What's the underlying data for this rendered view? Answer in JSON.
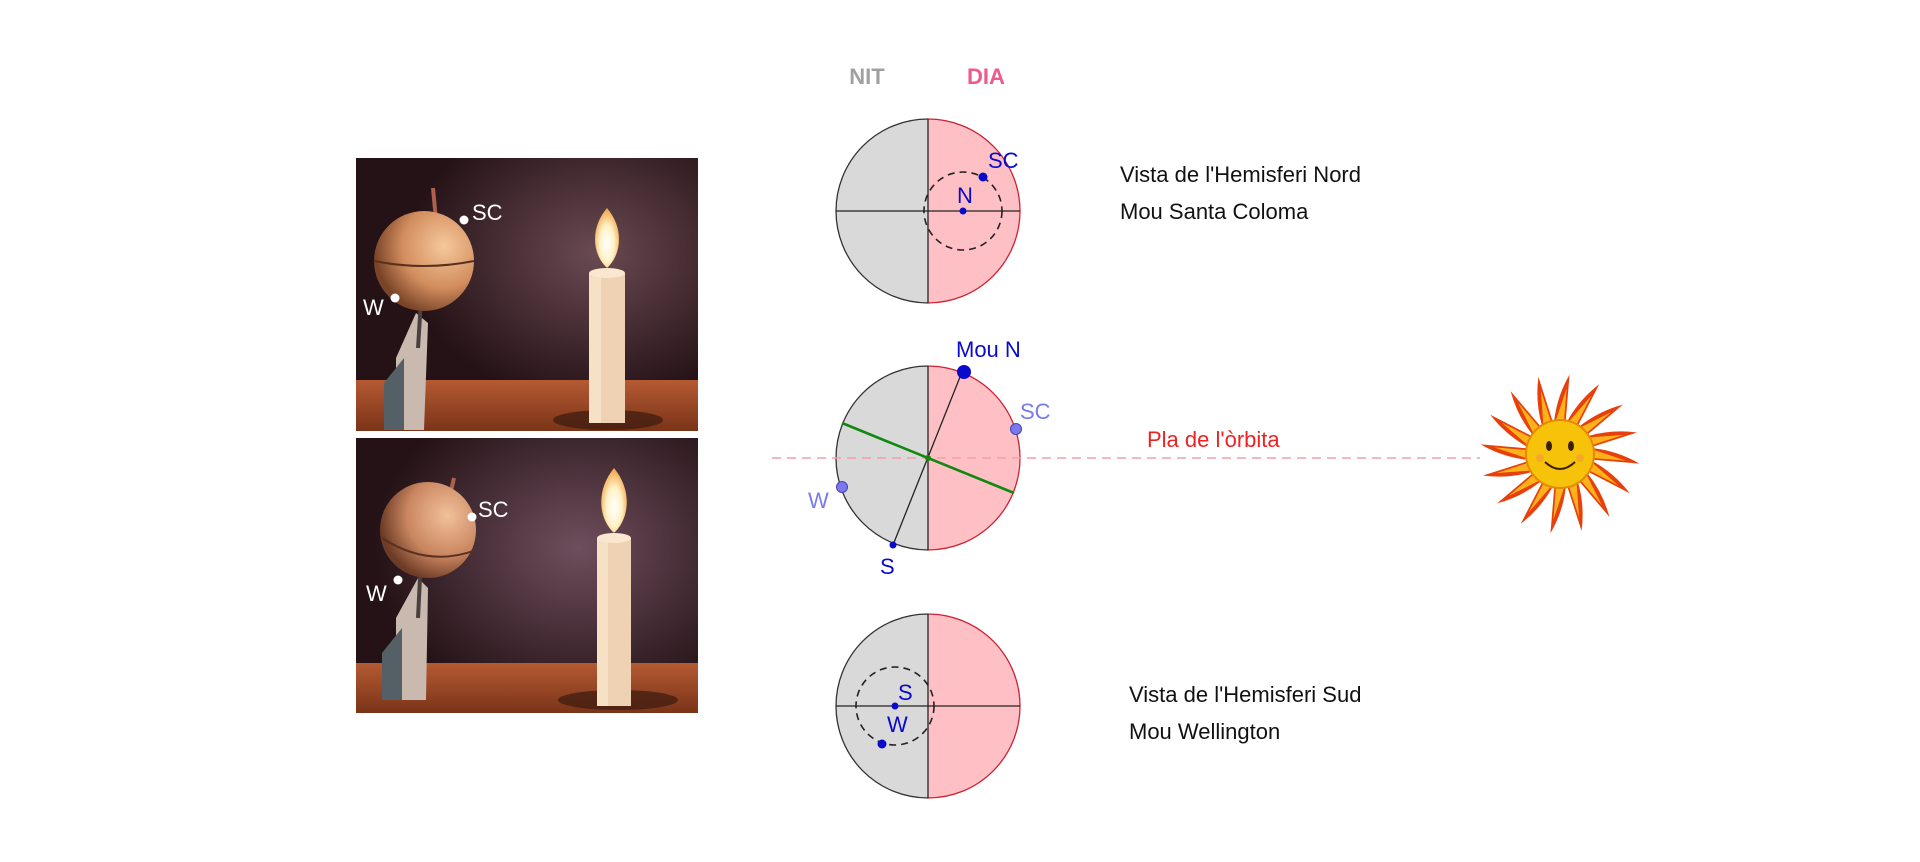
{
  "labels": {
    "night": "NIT",
    "day": "DIA",
    "orbit_plane": "Pla de l'òrbita"
  },
  "north_view": {
    "line1": "Vista de l'Hemisferi Nord",
    "line2": "Mou Santa Coloma",
    "point_sc": "SC",
    "point_n": "N"
  },
  "side_view": {
    "pole_n": "Mou N",
    "pole_s": "S",
    "point_sc": "SC",
    "point_w": "W"
  },
  "south_view": {
    "line1": "Vista de l'Hemisferi Sud",
    "line2": "Mou Wellington",
    "point_s": "S",
    "point_w": "W"
  },
  "photo_top": {
    "label_sc": "SC",
    "label_w": "W"
  },
  "photo_bottom": {
    "label_sc": "SC",
    "label_w": "W"
  },
  "colors": {
    "night_fill": "#d9d9d9",
    "day_fill": "#ffc0c5",
    "day_border": "#cc2233",
    "night_label": "#a0a0a0",
    "day_label": "#ef5a8c",
    "blue": "#0a0acc",
    "light_blue": "#7a7aee",
    "green": "#118811",
    "orbit_red": "#ee2222"
  }
}
